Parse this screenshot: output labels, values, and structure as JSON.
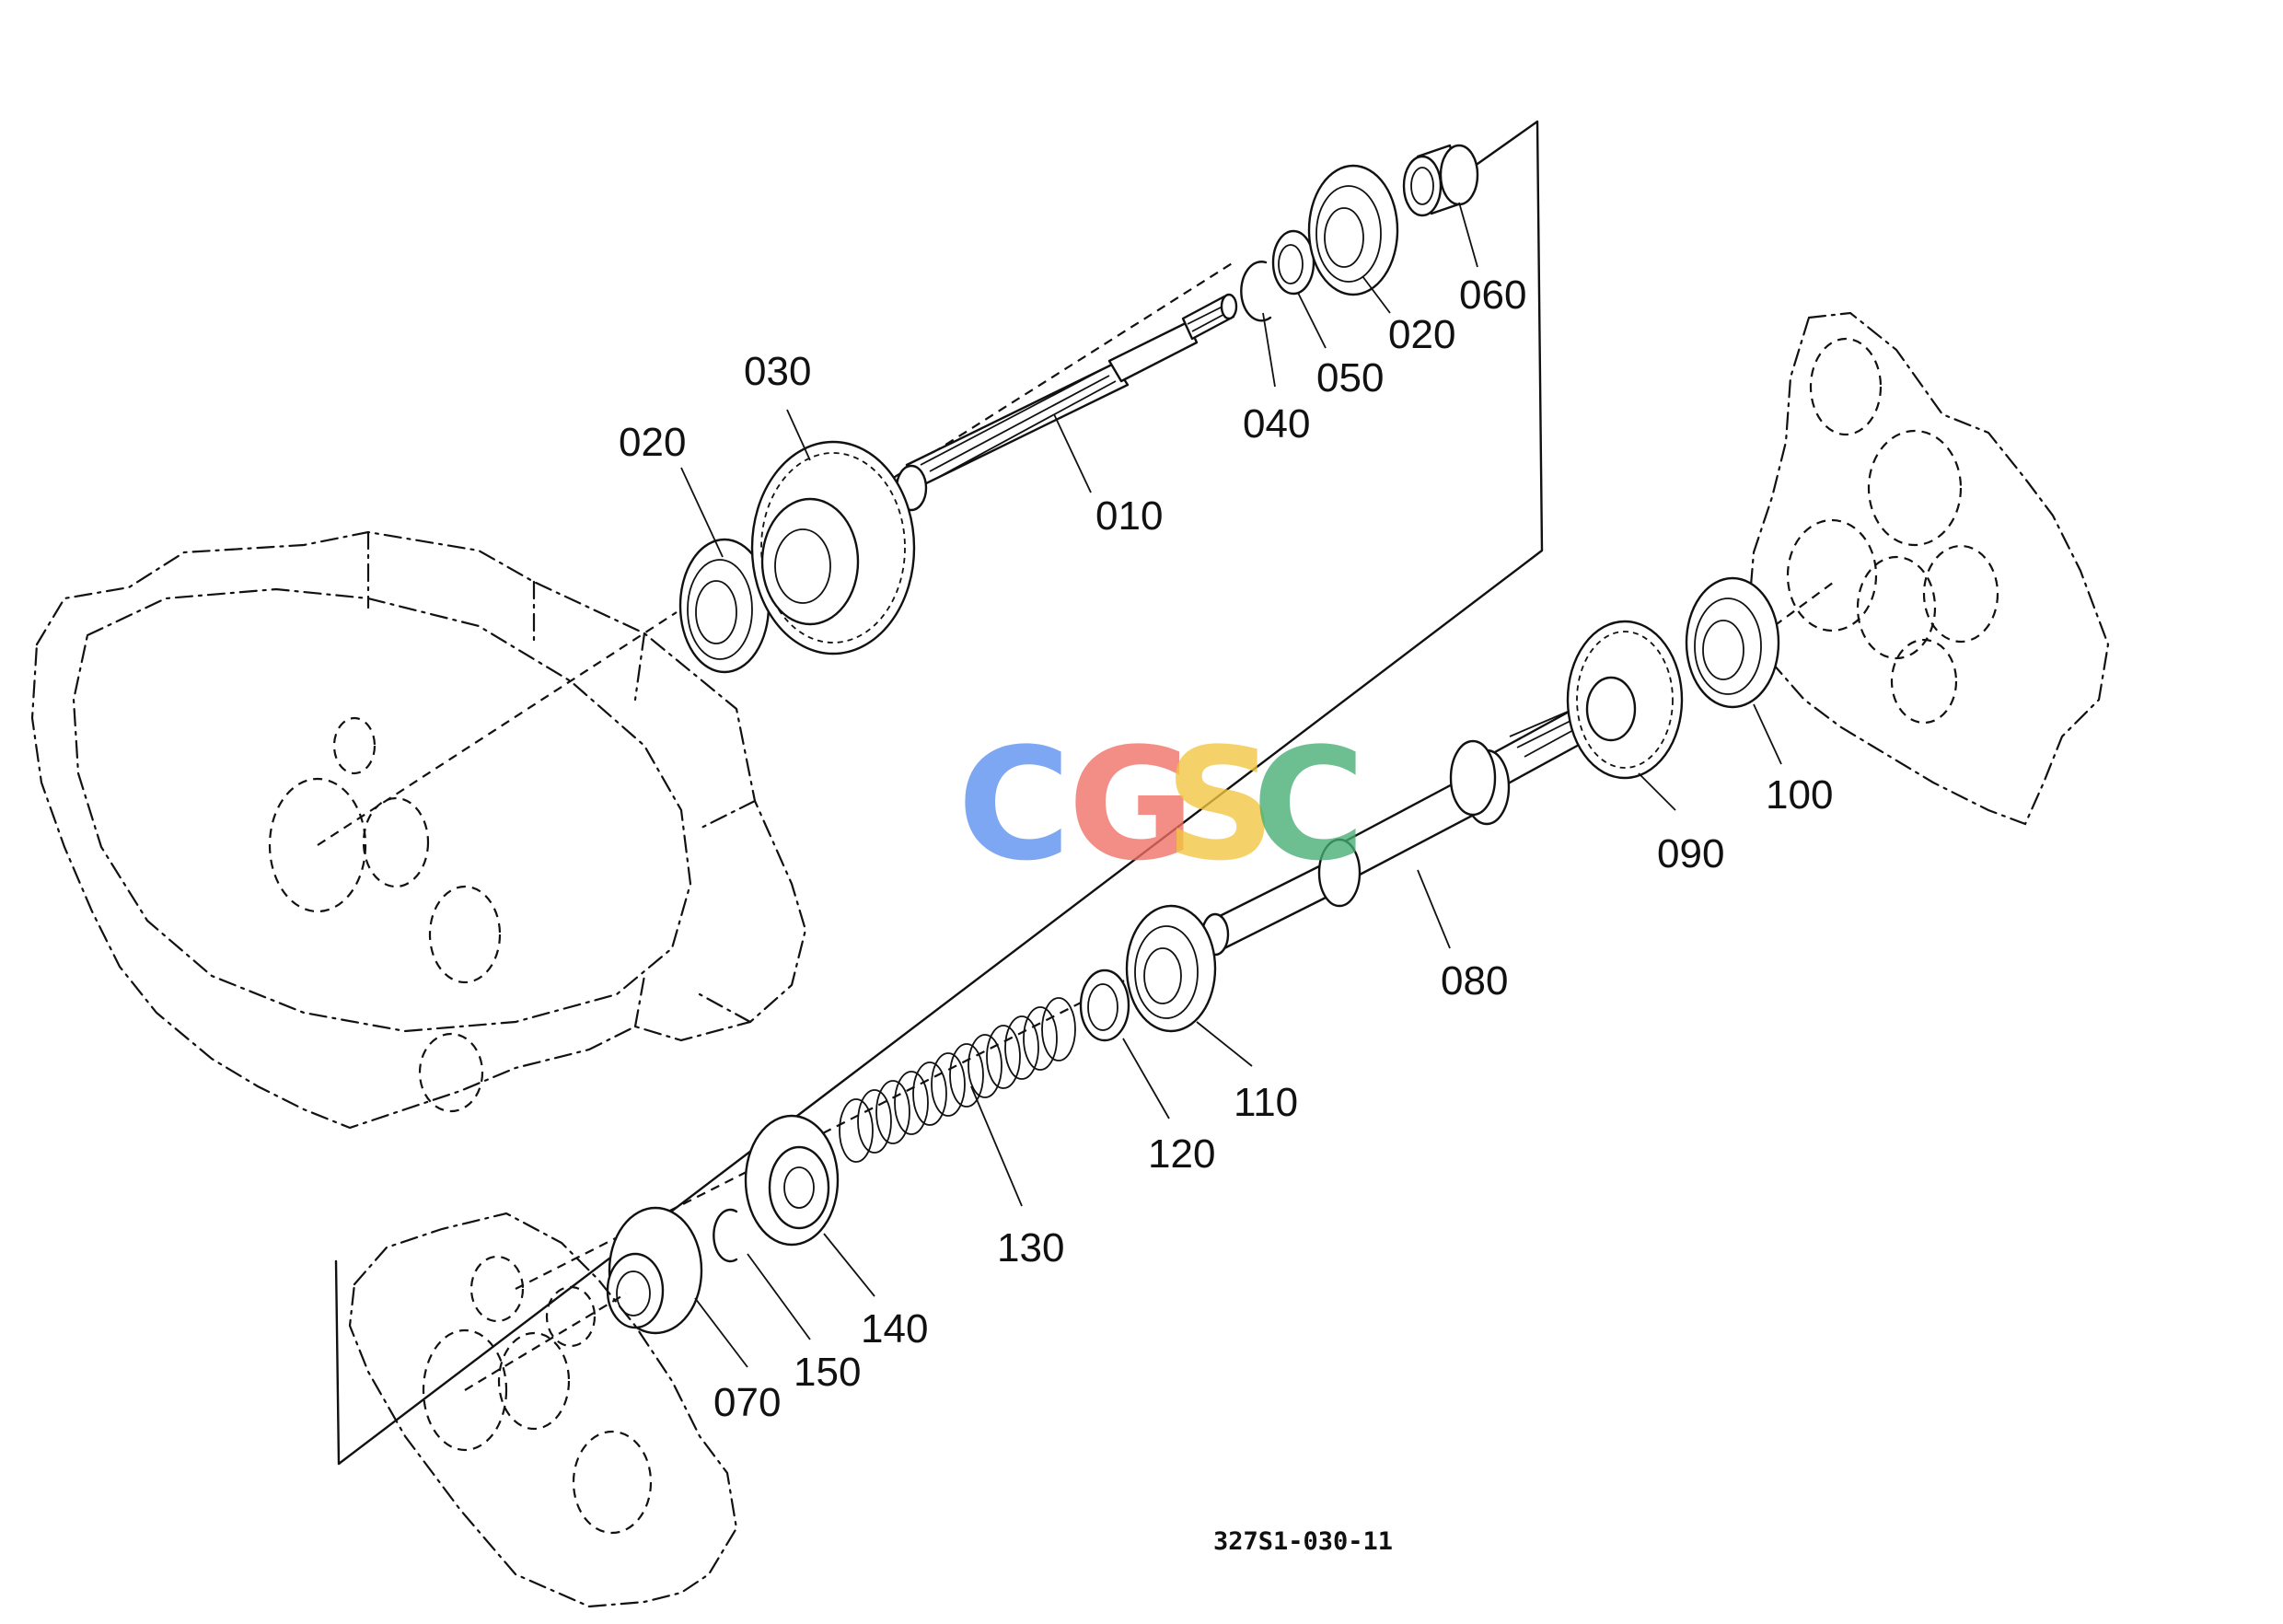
{
  "document_code": "327S1-030-11",
  "watermark": {
    "letters": [
      {
        "char": "C",
        "color": "#5b8ff0"
      },
      {
        "char": "G",
        "color": "#ef6f64"
      },
      {
        "char": "S",
        "color": "#f3c63f"
      },
      {
        "char": "C",
        "color": "#45ad72"
      }
    ]
  },
  "callouts": [
    {
      "id": "010",
      "label": "010"
    },
    {
      "id": "020a",
      "label": "020"
    },
    {
      "id": "020b",
      "label": "020"
    },
    {
      "id": "030",
      "label": "030"
    },
    {
      "id": "040",
      "label": "040"
    },
    {
      "id": "050",
      "label": "050"
    },
    {
      "id": "060",
      "label": "060"
    },
    {
      "id": "070",
      "label": "070"
    },
    {
      "id": "080",
      "label": "080"
    },
    {
      "id": "090",
      "label": "090"
    },
    {
      "id": "100",
      "label": "100"
    },
    {
      "id": "110",
      "label": "110"
    },
    {
      "id": "120",
      "label": "120"
    },
    {
      "id": "130",
      "label": "130"
    },
    {
      "id": "140",
      "label": "140"
    },
    {
      "id": "150",
      "label": "150"
    }
  ]
}
